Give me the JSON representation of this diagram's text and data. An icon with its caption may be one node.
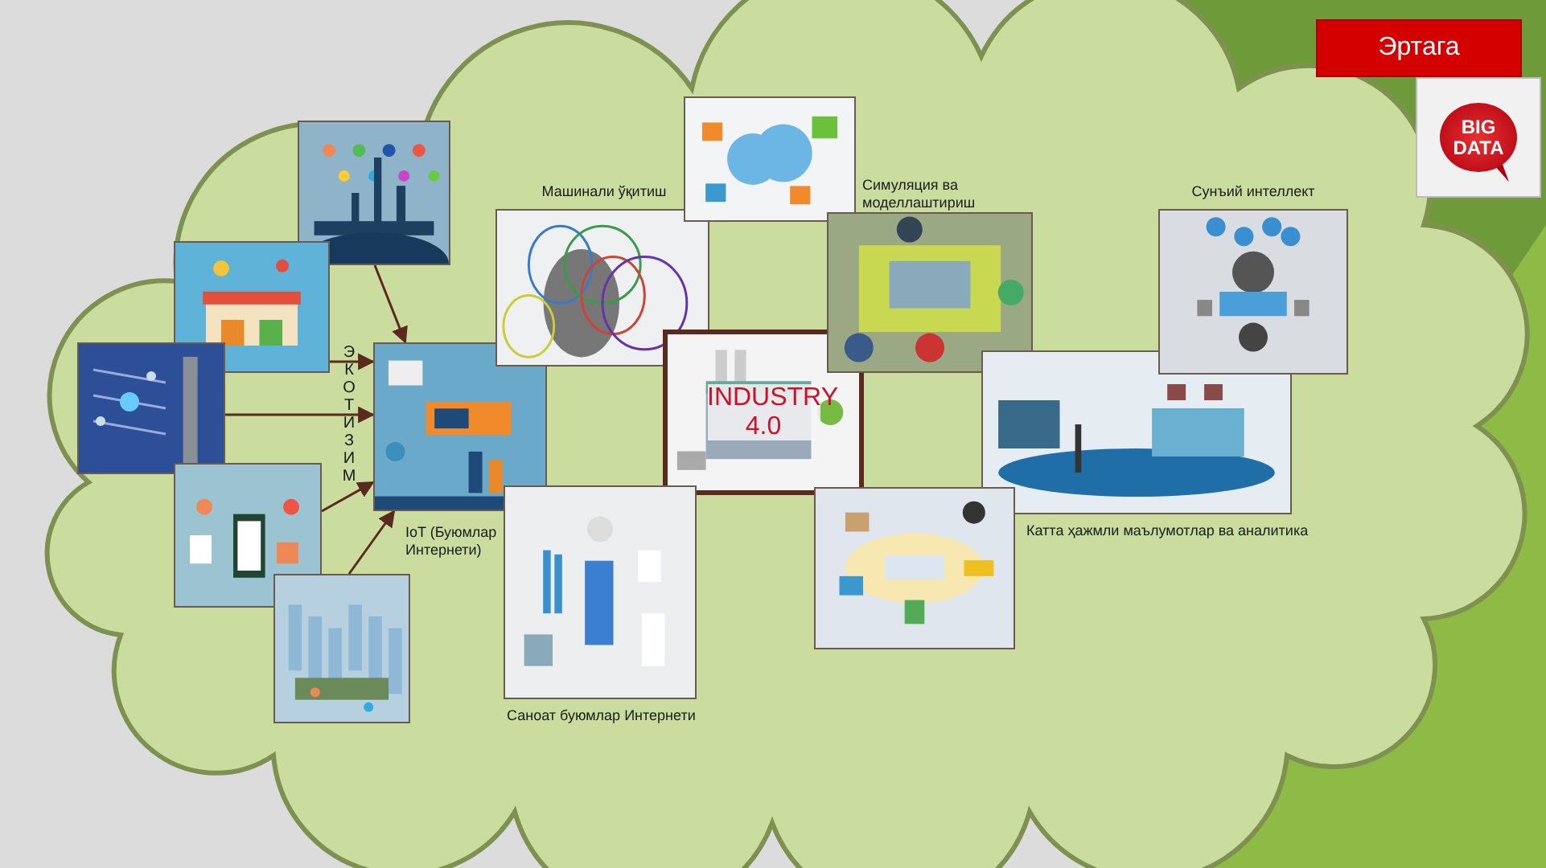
{
  "diagram": {
    "title": "Эртага",
    "nodes": [
      {
        "text": [],
        "shape": "picture"
      },
      {
        "text": [],
        "shape": "picture"
      },
      {
        "text": [],
        "shape": "picture"
      },
      {
        "text": [],
        "shape": "picture",
        "beside": [
          "IoT (Буюмлар Интернети)"
        ]
      },
      {
        "text": [],
        "shape": "picture"
      },
      {
        "text": [],
        "shape": "picture"
      },
      {
        "text": [],
        "shape": "picture",
        "beside": [
          "Машинали ўқитиш"
        ]
      },
      {
        "text": [],
        "shape": "picture"
      },
      {
        "text": [
          "INDUSTRY 4.0"
        ]
      },
      {
        "text": [],
        "shape": "picture",
        "beside": [
          "Симуляция ва моделлаштириш"
        ]
      },
      {
        "text": [],
        "shape": "picture",
        "beside": [
          "Сунъий интеллект"
        ]
      },
      {
        "text": [],
        "shape": "picture",
        "beside": [
          "Катта ҳажмли маълумотлар ва аналитика"
        ]
      },
      {
        "text": [],
        "shape": "picture"
      },
      {
        "text": [],
        "shape": "picture",
        "beside": [
          "Саноат буюмлар Интернети"
        ]
      },
      {
        "text": [
          "BIG DATA"
        ]
      }
    ],
    "edges": [
      {
        "from": 0,
        "to": 3,
        "arrow": "to"
      },
      {
        "from": 1,
        "to": 3,
        "arrow": "to"
      },
      {
        "from": 2,
        "to": 3,
        "arrow": "to"
      },
      {
        "from": 4,
        "to": 3,
        "arrow": "to"
      },
      {
        "from": 5,
        "to": 3,
        "arrow": "to"
      }
    ],
    "labels": [
      "ЭКОТИЗИМ"
    ]
  }
}
